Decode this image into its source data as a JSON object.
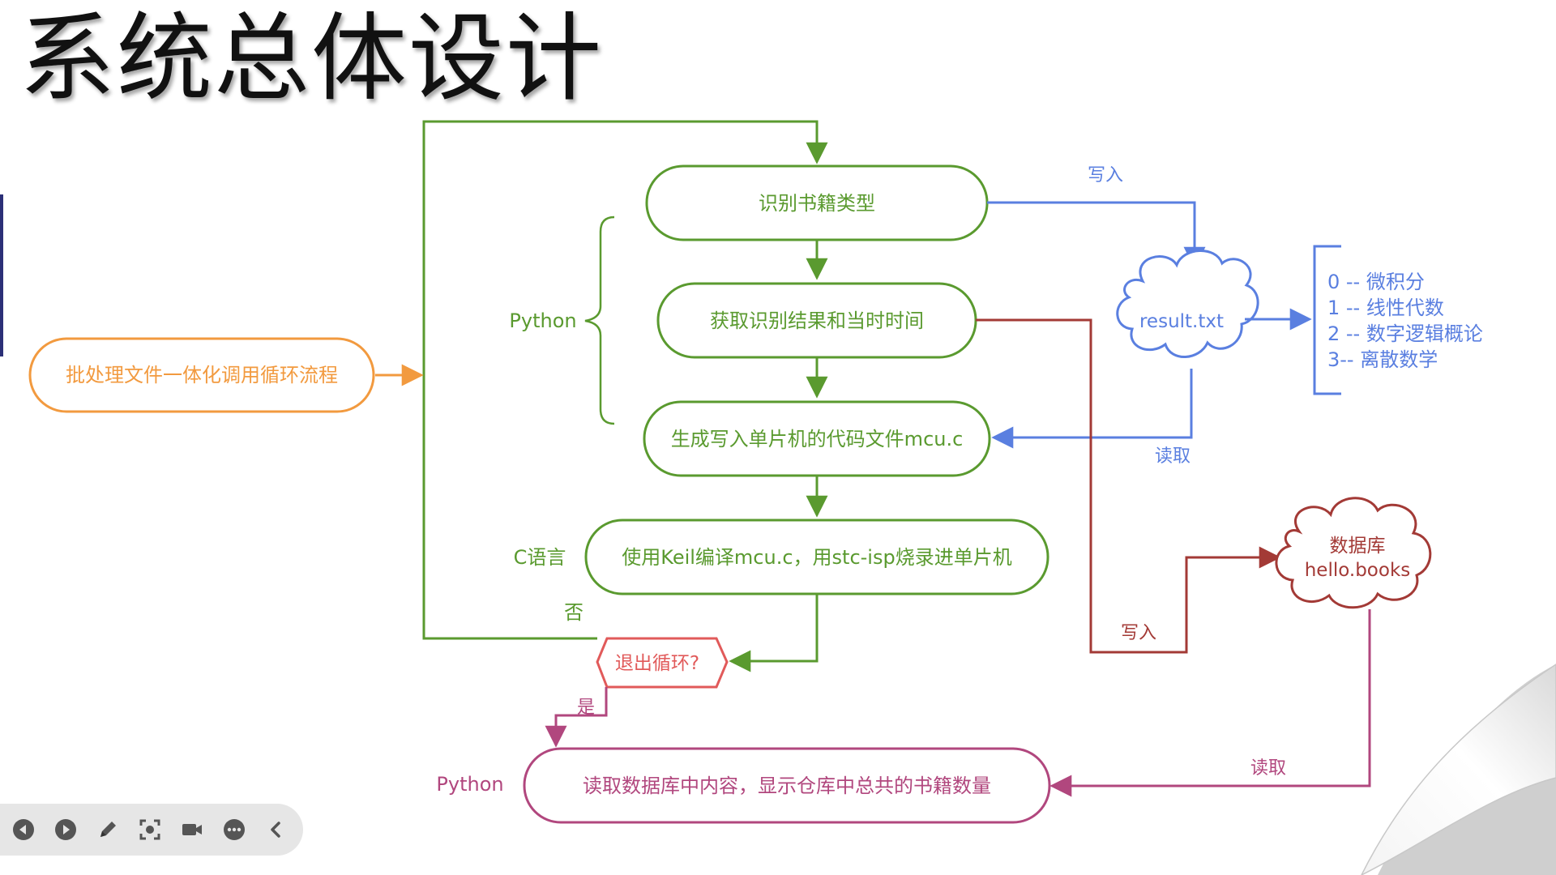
{
  "title": "系统总体设计",
  "colors": {
    "green": "#5a9a2f",
    "blue": "#5a7fe0",
    "darkred": "#a33a36",
    "orange": "#f29a3f",
    "red": "#e15a5a",
    "purple": "#b1477e",
    "toolbar_bg": "#e6e6e6",
    "toolbar_icon": "#555555"
  },
  "nodes": {
    "batch": "批处理文件一体化调用循环流程",
    "identify": "识别书籍类型",
    "get_result": "获取识别结果和当时时间",
    "gen_code": "生成写入单片机的代码文件mcu.c",
    "compile": "使用Keil编译mcu.c，用stc-isp烧录进单片机",
    "exit_loop": "退出循环?",
    "read_db": "读取数据库中内容，显示仓库中总共的书籍数量",
    "result_file": "result.txt",
    "db_line1": "数据库",
    "db_line2": "hello.books"
  },
  "labels": {
    "python_top": "Python",
    "c_lang": "C语言",
    "python_bottom": "Python",
    "no": "否",
    "yes": "是",
    "write_blue": "写入",
    "read_blue": "读取",
    "write_red": "写入",
    "read_purple": "读取"
  },
  "categories": [
    "0 -- 微积分",
    "1 -- 线性代数",
    "2 -- 数字逻辑概论",
    "3--  离散数学"
  ],
  "toolbar": {
    "icons": [
      "prev-icon",
      "play-icon",
      "pen-icon",
      "screenshot-icon",
      "camera-icon",
      "more-icon",
      "collapse-icon"
    ]
  }
}
